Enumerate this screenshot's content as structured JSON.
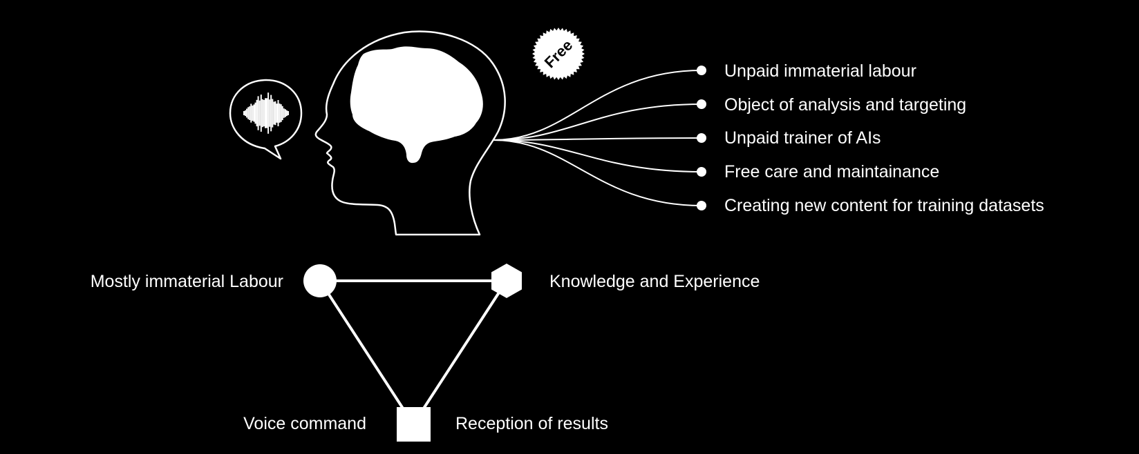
{
  "badge": {
    "text": "Free"
  },
  "branches": [
    {
      "label": "Unpaid immaterial labour"
    },
    {
      "label": "Object of analysis and targeting"
    },
    {
      "label": "Unpaid trainer of AIs"
    },
    {
      "label": "Free care and maintainance"
    },
    {
      "label": "Creating new content for training datasets"
    }
  ],
  "triangle": {
    "left": {
      "label": "Mostly immaterial Labour",
      "icon": "circle-node-icon"
    },
    "right": {
      "label": "Knowledge and Experience",
      "icon": "hexagon-node-icon"
    },
    "bottom_left": {
      "label": "Voice command"
    },
    "bottom_right": {
      "label": "Reception of results"
    },
    "bottom_icon": "square-node-icon"
  },
  "icons": {
    "head": "human-head-profile-icon",
    "brain": "brain-icon",
    "speech": "voice-waveform-speech-bubble-icon"
  },
  "colors": {
    "background": "#000000",
    "foreground": "#ffffff"
  }
}
